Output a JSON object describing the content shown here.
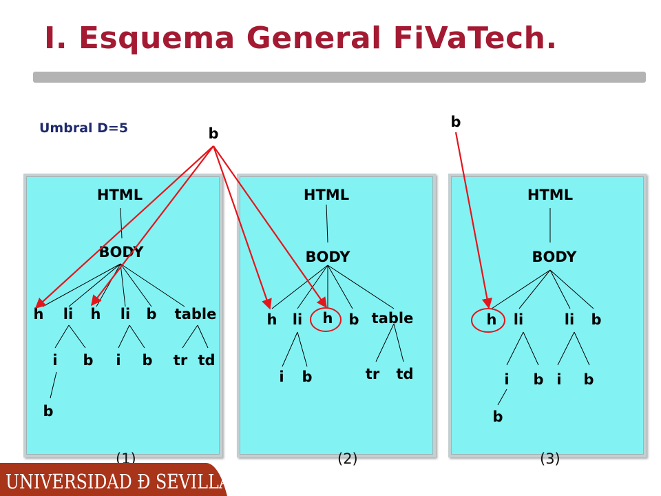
{
  "title": "I. Esquema General FiVaTech.",
  "threshold_label": "Umbral D=5",
  "footer": {
    "institution": "UNIVERSIDAD Ð SEVILLA"
  },
  "colors": {
    "title": "#a31a32",
    "panel": "#83f2f3",
    "pointer": "#e3161c",
    "footer": "#a8341a"
  },
  "pointer_labels": {
    "top_b_1": "b",
    "top_b_3": "b"
  },
  "trees": [
    {
      "caption": "(1)",
      "root": "HTML",
      "body": "BODY",
      "children": [
        "h",
        "li",
        "h",
        "li",
        "b",
        "table"
      ],
      "grandchildren": [
        "i",
        "b",
        "i",
        "b",
        "tr",
        "td"
      ],
      "deep": [
        "b"
      ]
    },
    {
      "caption": "(2)",
      "root": "HTML",
      "body": "BODY",
      "children": [
        "h",
        "li",
        "h",
        "b",
        "table"
      ],
      "grandchildren": [
        "i",
        "b",
        "tr",
        "td"
      ],
      "deep": []
    },
    {
      "caption": "(3)",
      "root": "HTML",
      "body": "BODY",
      "children": [
        "h",
        "li",
        "li",
        "b"
      ],
      "grandchildren": [
        "i",
        "b",
        "i",
        "b"
      ],
      "deep": [
        "b"
      ]
    }
  ]
}
